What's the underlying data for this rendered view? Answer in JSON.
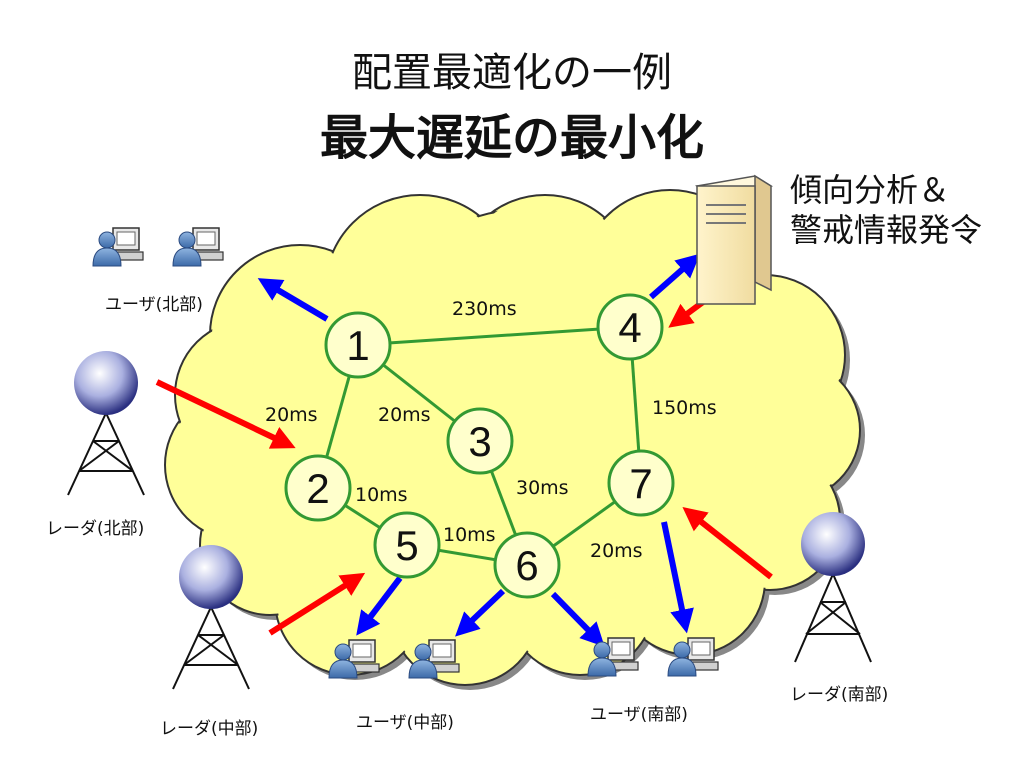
{
  "title": {
    "line1": "配置最適化の一例",
    "line2": "最大遅延の最小化"
  },
  "server_caption": {
    "line1": "傾向分析＆",
    "line2": "警戒情報発令"
  },
  "colors": {
    "cloud": "#ffff99",
    "node_fill": "#ffffcc",
    "link": "#339933",
    "input_arrow": "#ff0000",
    "output_arrow": "#0000ff"
  },
  "nodes": [
    {
      "id": "1",
      "label": "1"
    },
    {
      "id": "2",
      "label": "2"
    },
    {
      "id": "3",
      "label": "3"
    },
    {
      "id": "4",
      "label": "4"
    },
    {
      "id": "5",
      "label": "5"
    },
    {
      "id": "6",
      "label": "6"
    },
    {
      "id": "7",
      "label": "7"
    }
  ],
  "links": [
    {
      "from": "1",
      "to": "4",
      "latency": "230ms"
    },
    {
      "from": "1",
      "to": "2",
      "latency": "20ms"
    },
    {
      "from": "1",
      "to": "3",
      "latency": "20ms"
    },
    {
      "from": "4",
      "to": "7",
      "latency": "150ms"
    },
    {
      "from": "2",
      "to": "5",
      "latency": "10ms"
    },
    {
      "from": "3",
      "to": "6",
      "latency": "30ms"
    },
    {
      "from": "5",
      "to": "6",
      "latency": "10ms"
    },
    {
      "from": "6",
      "to": "7",
      "latency": "20ms"
    }
  ],
  "radars": [
    {
      "id": "north",
      "label": "レーダ(北部)"
    },
    {
      "id": "central",
      "label": "レーダ(中部)"
    },
    {
      "id": "south",
      "label": "レーダ(南部)"
    }
  ],
  "user_groups": [
    {
      "id": "north",
      "label": "ユーザ(北部)"
    },
    {
      "id": "central",
      "label": "ユーザ(中部)"
    },
    {
      "id": "south",
      "label": "ユーザ(南部)"
    }
  ],
  "icons": {
    "radar": "radar-tower-icon",
    "user": "user-computer-icon",
    "server": "server-icon"
  }
}
